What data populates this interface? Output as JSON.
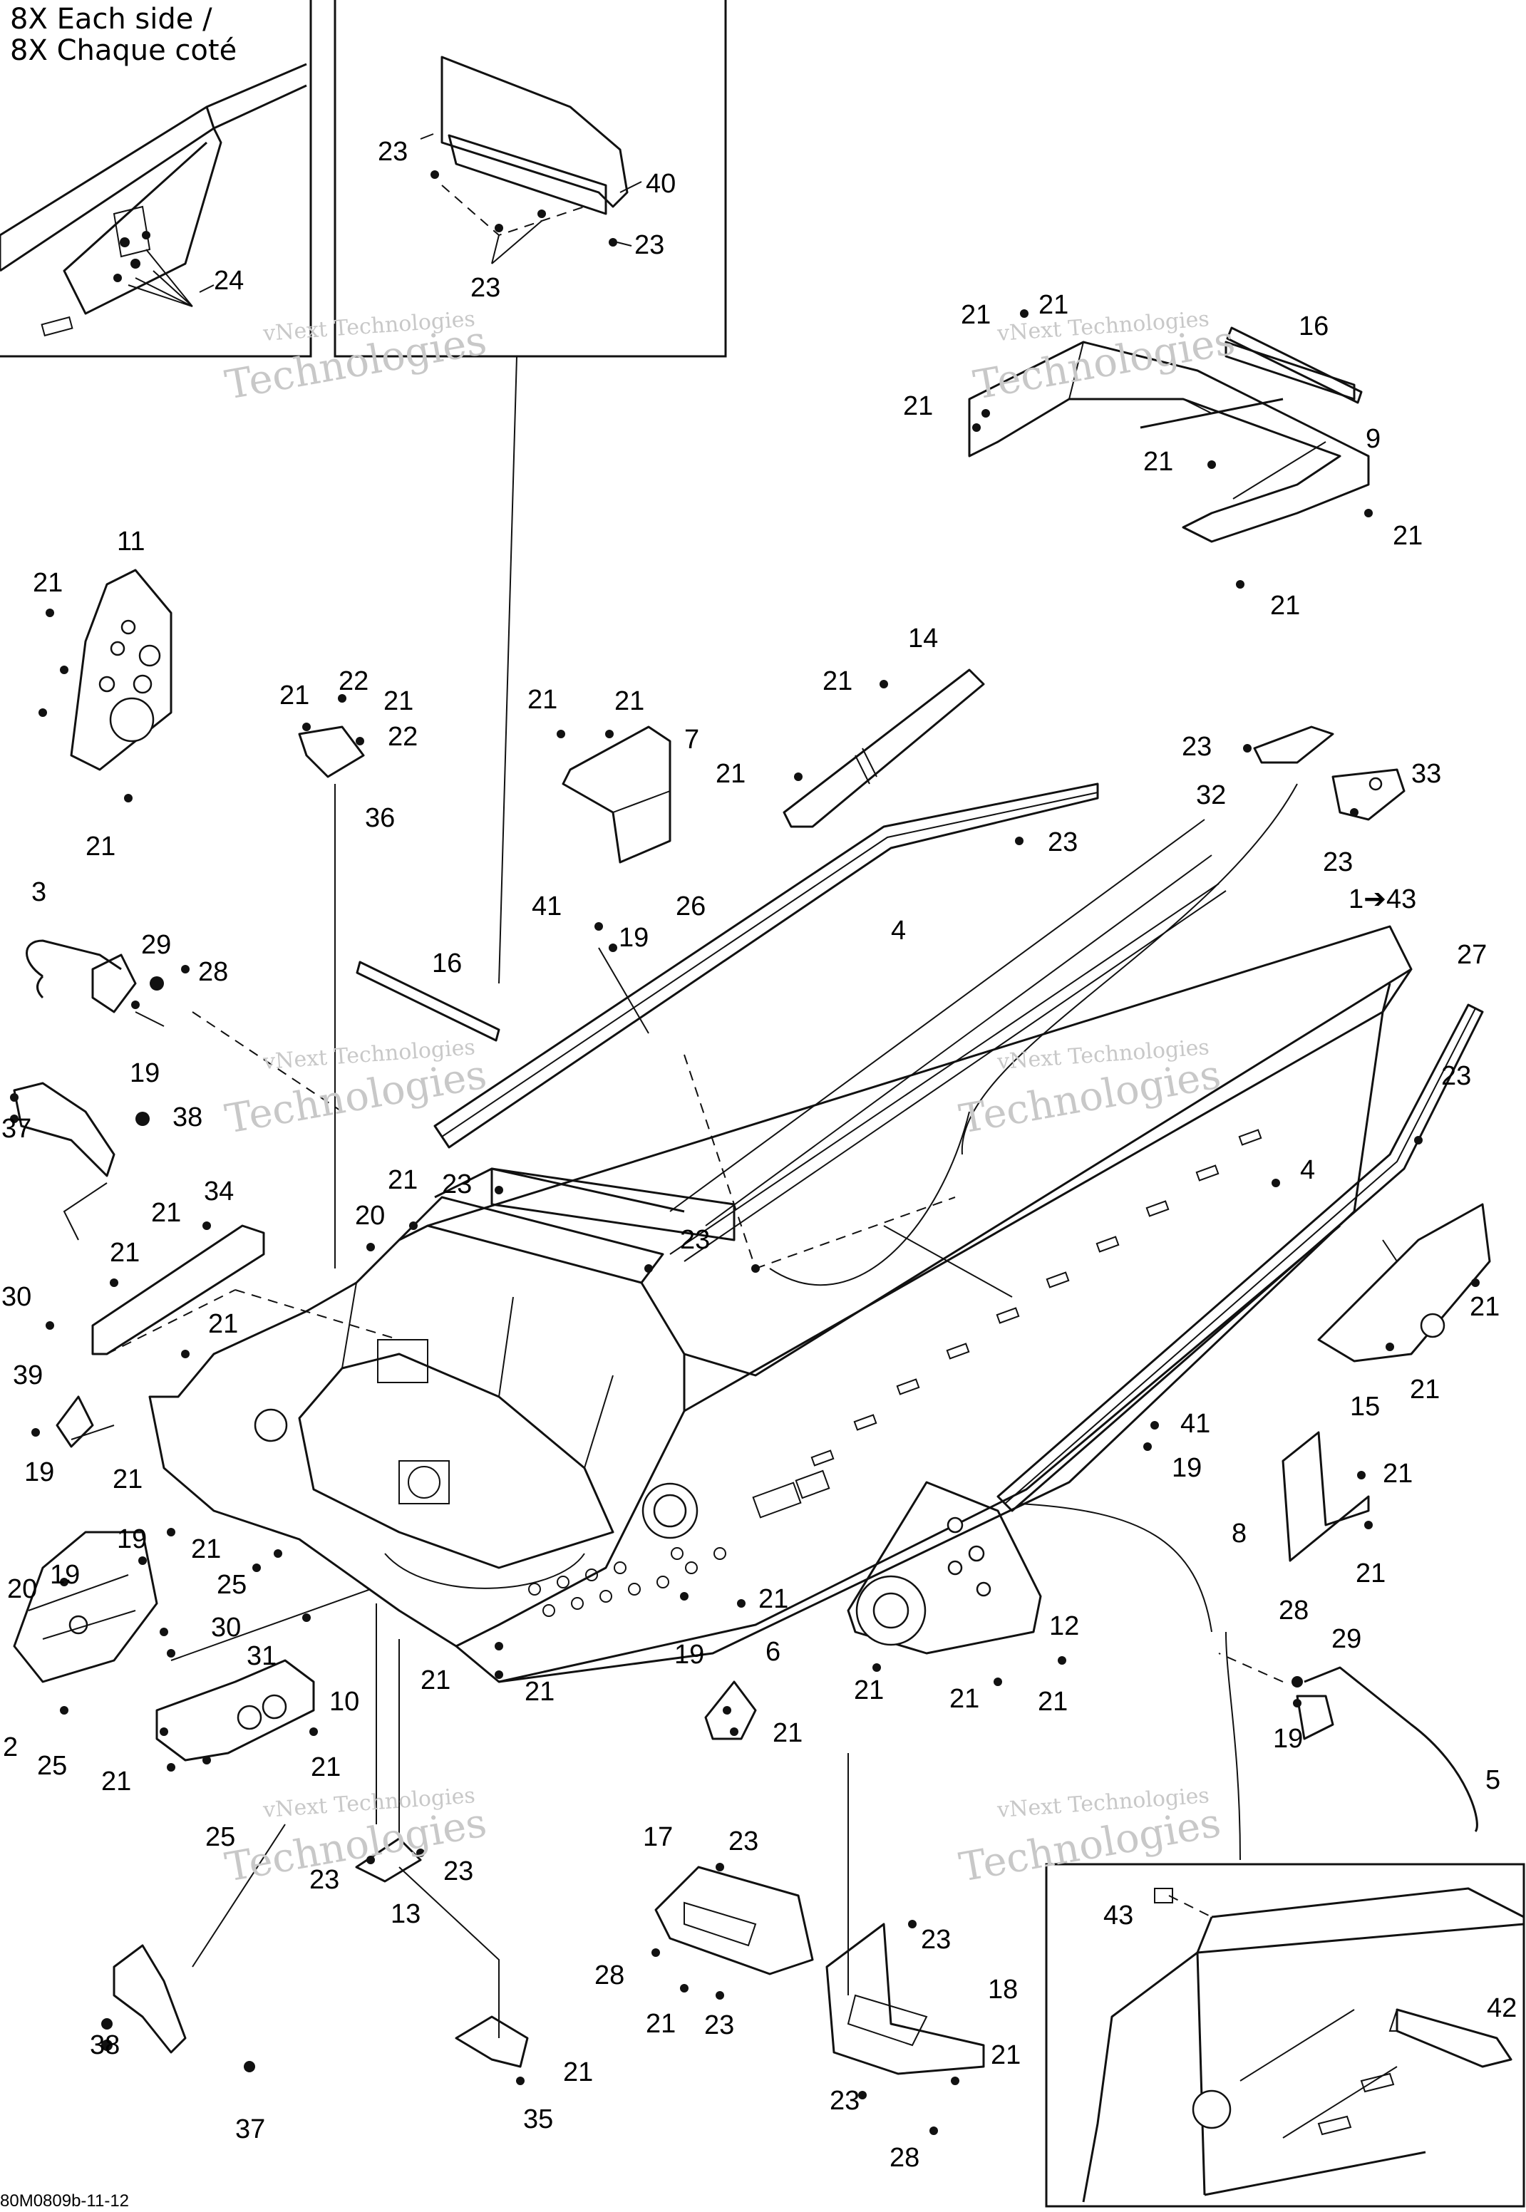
{
  "insets": {
    "top_left_note_line1": "8X Each side /",
    "top_left_note_line2": "8X Chaque coté"
  },
  "watermark": {
    "line1": "vNext Technologies",
    "line2": "Technologies"
  },
  "drawing_code": "80M0809b-11-12",
  "callouts": {
    "c1": "24",
    "c2": "23",
    "c3": "40",
    "c4": "23",
    "c5": "23",
    "c6": "21",
    "c7": "21",
    "c8": "16",
    "c9": "21",
    "c10": "21",
    "c11": "9",
    "c12": "21",
    "c13": "21",
    "c14": "11",
    "c15": "21",
    "c16": "21",
    "c17": "21",
    "c18": "22",
    "c19": "21",
    "c20": "22",
    "c21": "36",
    "c22": "21",
    "c23": "21",
    "c24": "7",
    "c25": "14",
    "c26": "21",
    "c27": "21",
    "c28": "23",
    "c29": "32",
    "c30": "33",
    "c31": "23",
    "c32": "3",
    "c33": "29",
    "c34": "28",
    "c35": "19",
    "c36": "16",
    "c37": "41",
    "c38": "19",
    "c39": "26",
    "c40": "23",
    "c41": "4",
    "c42": "1➔43",
    "c43": "27",
    "c44": "37",
    "c45": "38",
    "c46": "23",
    "c47": "4",
    "c48": "23",
    "c49": "21",
    "c50": "23",
    "c51": "21",
    "c52": "34",
    "c53": "21",
    "c54": "20",
    "c55": "30",
    "c56": "21",
    "c57": "39",
    "c58": "19",
    "c59": "21",
    "c60": "21",
    "c61": "15",
    "c62": "21",
    "c63": "41",
    "c64": "19",
    "c65": "8",
    "c66": "21",
    "c67": "21",
    "c68": "21",
    "c69": "25",
    "c70": "19",
    "c71": "20",
    "c72": "19",
    "c73": "30",
    "c74": "31",
    "c75": "21",
    "c76": "21",
    "c77": "19",
    "c78": "6",
    "c79": "12",
    "c80": "28",
    "c81": "29",
    "c82": "2",
    "c83": "25",
    "c84": "10",
    "c85": "21",
    "c86": "21",
    "c87": "21",
    "c88": "21",
    "c89": "21",
    "c90": "19",
    "c91": "21",
    "c92": "21",
    "c93": "25",
    "c94": "5",
    "c95": "23",
    "c96": "23",
    "c97": "13",
    "c98": "17",
    "c99": "23",
    "c100": "43",
    "c101": "28",
    "c102": "23",
    "c103": "42",
    "c104": "21",
    "c105": "23",
    "c106": "18",
    "c107": "21",
    "c108": "38",
    "c109": "37",
    "c110": "35",
    "c111": "23",
    "c112": "28",
    "c113": "21"
  }
}
